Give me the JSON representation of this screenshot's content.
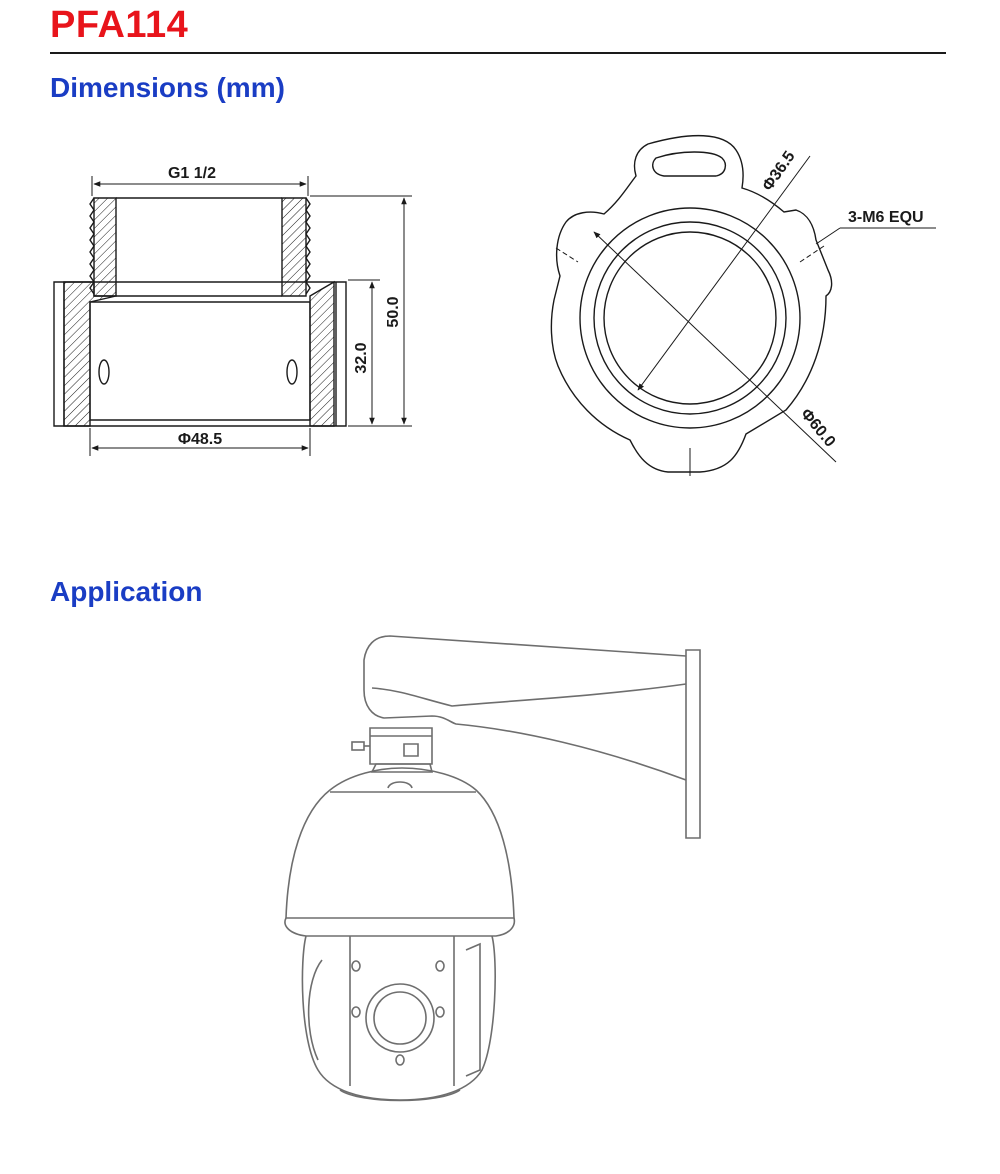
{
  "header": {
    "product_code": "PFA114",
    "colors": {
      "title": "#e8141b",
      "section": "#1a3dc4",
      "line": "#1a1a1a",
      "camera_line": "#6e6e6e"
    }
  },
  "dimensions_section": {
    "heading": "Dimensions (mm)",
    "side_view": {
      "thread_label": "G1 1/2",
      "height_total": "50.0",
      "height_body": "32.0",
      "outer_diameter": "Φ48.5"
    },
    "top_view": {
      "inner_diameter": "Φ36.5",
      "outer_diameter": "Φ60.0",
      "screw_holes": "3-M6 EQU"
    }
  },
  "application_section": {
    "heading": "Application",
    "illustration": "speed-dome-camera-on-wall-mount"
  }
}
